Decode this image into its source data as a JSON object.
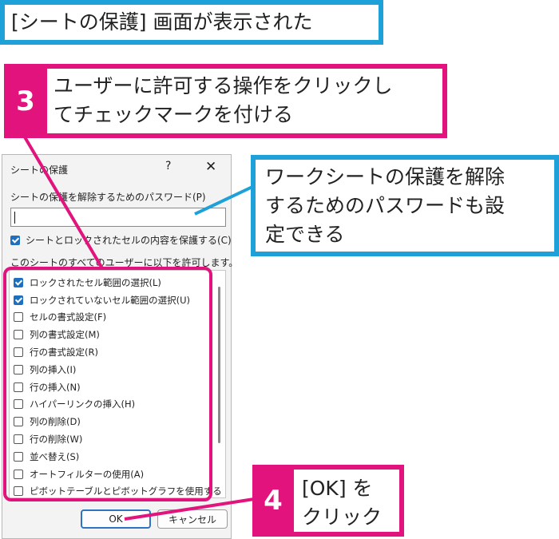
{
  "caption": {
    "text": "[シートの保護] 画面が表示された"
  },
  "step3": {
    "number": "3",
    "line1": "ユーザーに許可する操作をクリックし",
    "line2": "てチェックマークを付ける"
  },
  "note": {
    "line1": "ワークシートの保護を解除",
    "line2": "するためのパスワードも設",
    "line3": "定できる"
  },
  "step4": {
    "number": "4",
    "line1": "[OK] を",
    "line2": "クリック"
  },
  "dialog": {
    "title": "シートの保護",
    "help": "?",
    "close": "✕",
    "password_label": "シートの保護を解除するためのパスワード(P)",
    "password_value": "",
    "protect_label": "シートとロックされたセルの内容を保護する(C)",
    "protect_checked": true,
    "allow_label": "このシートのすべてのユーザーに以下を許可します。",
    "permissions": [
      {
        "label": "ロックされたセル範囲の選択(L)",
        "checked": true
      },
      {
        "label": "ロックされていないセル範囲の選択(U)",
        "checked": true
      },
      {
        "label": "セルの書式設定(F)",
        "checked": false
      },
      {
        "label": "列の書式設定(M)",
        "checked": false
      },
      {
        "label": "行の書式設定(R)",
        "checked": false
      },
      {
        "label": "列の挿入(I)",
        "checked": false
      },
      {
        "label": "行の挿入(N)",
        "checked": false
      },
      {
        "label": "ハイパーリンクの挿入(H)",
        "checked": false
      },
      {
        "label": "列の削除(D)",
        "checked": false
      },
      {
        "label": "行の削除(W)",
        "checked": false
      },
      {
        "label": "並べ替え(S)",
        "checked": false
      },
      {
        "label": "オートフィルターの使用(A)",
        "checked": false
      },
      {
        "label": "ピボットテーブルとピボットグラフを使用する",
        "checked": false
      }
    ],
    "ok_label": "OK",
    "cancel_label": "キャンセル"
  },
  "colors": {
    "accent_blue": "#1ea0d8",
    "accent_magenta": "#e2137d"
  }
}
